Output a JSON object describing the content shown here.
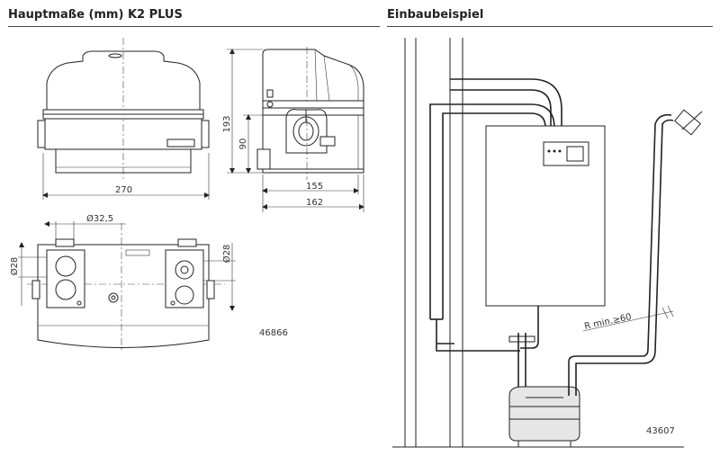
{
  "titles": {
    "left": "Hauptmaße (mm) K2 PLUS",
    "right": "Einbaubeispiel"
  },
  "dimensions": {
    "width_front": "270",
    "height_total": "193",
    "height_part": "90",
    "depth_inner": "155",
    "depth_total": "162",
    "diameter_top": "Ø32,5",
    "diameter_left": "Ø28",
    "diameter_right": "Ø28"
  },
  "labels": {
    "drawing_number_left": "46866",
    "drawing_number_right": "43607",
    "radius_note": "R min.≥60"
  }
}
